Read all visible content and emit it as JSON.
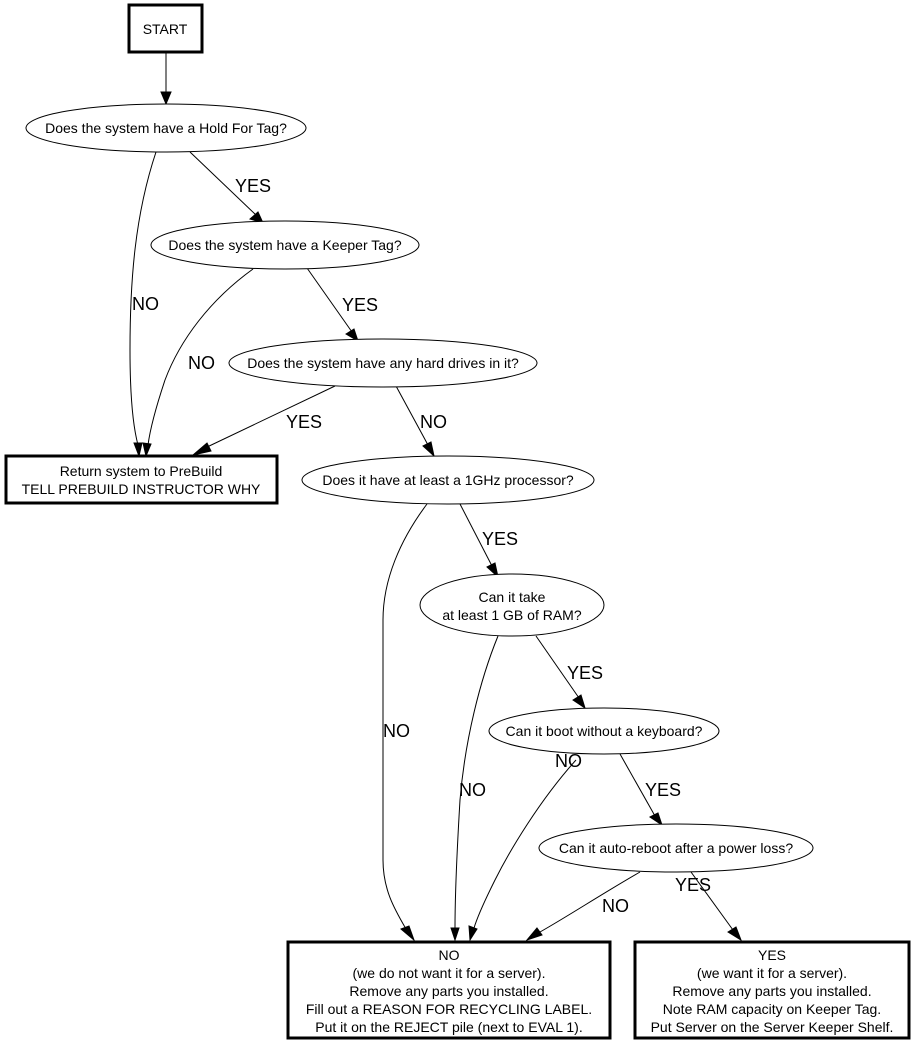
{
  "diagram": {
    "nodes": {
      "start": {
        "lines": [
          "START"
        ]
      },
      "hold_for_tag": {
        "lines": [
          "Does the system have a Hold For Tag?"
        ]
      },
      "keeper_tag": {
        "lines": [
          "Does the system have a Keeper Tag?"
        ]
      },
      "hard_drives": {
        "lines": [
          "Does the system have any hard drives in it?"
        ]
      },
      "return_prebuild": {
        "lines": [
          "Return system to PreBuild",
          "TELL PREBUILD INSTRUCTOR WHY"
        ]
      },
      "processor": {
        "lines": [
          "Does it have at least a 1GHz processor?"
        ]
      },
      "ram": {
        "lines": [
          "Can it take",
          "at least 1 GB of RAM?"
        ]
      },
      "keyboard": {
        "lines": [
          "Can it boot without a keyboard?"
        ]
      },
      "auto_reboot": {
        "lines": [
          "Can it auto-reboot after a power loss?"
        ]
      },
      "reject": {
        "lines": [
          "NO",
          "(we do not want it for a server).",
          "Remove any parts you installed.",
          "Fill out a REASON FOR RECYCLING LABEL.",
          "Put it on the REJECT pile (next to EVAL 1)."
        ]
      },
      "keep": {
        "lines": [
          "YES",
          "(we want it for a server).",
          "Remove any parts you installed.",
          "Note RAM capacity on Keeper Tag.",
          "Put Server on the Server Keeper Shelf."
        ]
      }
    },
    "edges": [
      {
        "from": "start",
        "to": "hold_for_tag",
        "label": ""
      },
      {
        "from": "hold_for_tag",
        "to": "keeper_tag",
        "label": "YES"
      },
      {
        "from": "hold_for_tag",
        "to": "return_prebuild",
        "label": "NO"
      },
      {
        "from": "keeper_tag",
        "to": "hard_drives",
        "label": "YES"
      },
      {
        "from": "keeper_tag",
        "to": "return_prebuild",
        "label": "NO"
      },
      {
        "from": "hard_drives",
        "to": "return_prebuild",
        "label": "YES"
      },
      {
        "from": "hard_drives",
        "to": "processor",
        "label": "NO"
      },
      {
        "from": "processor",
        "to": "ram",
        "label": "YES"
      },
      {
        "from": "processor",
        "to": "reject",
        "label": "NO"
      },
      {
        "from": "ram",
        "to": "keyboard",
        "label": "YES"
      },
      {
        "from": "ram",
        "to": "reject",
        "label": "NO"
      },
      {
        "from": "keyboard",
        "to": "auto_reboot",
        "label": "YES"
      },
      {
        "from": "keyboard",
        "to": "reject",
        "label": "NO"
      },
      {
        "from": "auto_reboot",
        "to": "keep",
        "label": "YES"
      },
      {
        "from": "auto_reboot",
        "to": "reject",
        "label": "NO"
      }
    ]
  }
}
